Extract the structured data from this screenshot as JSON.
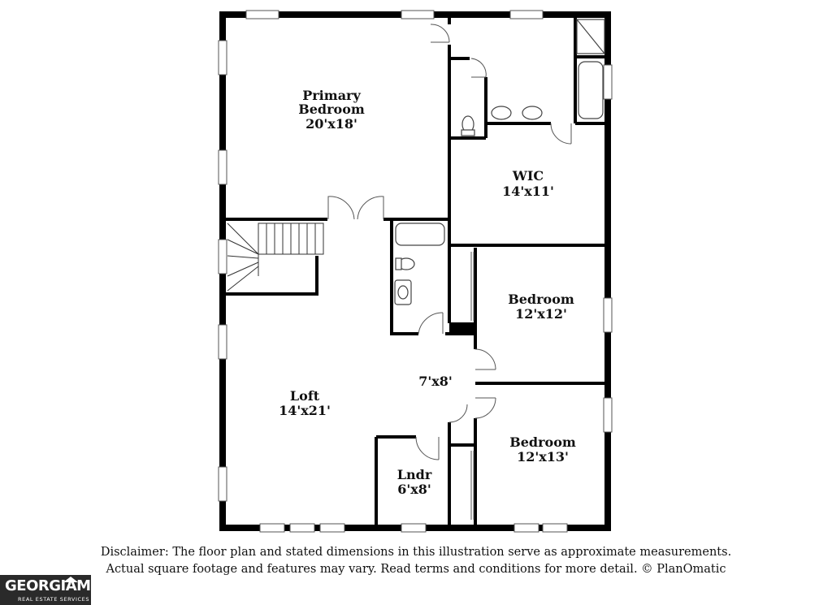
{
  "rooms": [
    {
      "id": "primary-bedroom",
      "name_line1": "Primary",
      "name_line2": "Bedroom",
      "dims": "20'x18'"
    },
    {
      "id": "wic",
      "name": "WIC",
      "dims": "14'x11'"
    },
    {
      "id": "bedroom-2",
      "name": "Bedroom",
      "dims": "12'x12'"
    },
    {
      "id": "hall",
      "dims": "7'x8'"
    },
    {
      "id": "loft",
      "name": "Loft",
      "dims": "14'x21'"
    },
    {
      "id": "bedroom-3",
      "name": "Bedroom",
      "dims": "12'x13'"
    },
    {
      "id": "laundry",
      "name": "Lndr",
      "dims": "6'x8'"
    }
  ],
  "disclaimer": {
    "line1": "Disclaimer: The floor plan and stated dimensions in this illustration serve as approximate measurements.",
    "line2": "Actual square footage and features may vary. Read terms and conditions for more detail. © PlanOmatic"
  },
  "logo": {
    "brand": "GEORGIAMLS",
    "tagline": "REAL ESTATE SERVICES"
  }
}
